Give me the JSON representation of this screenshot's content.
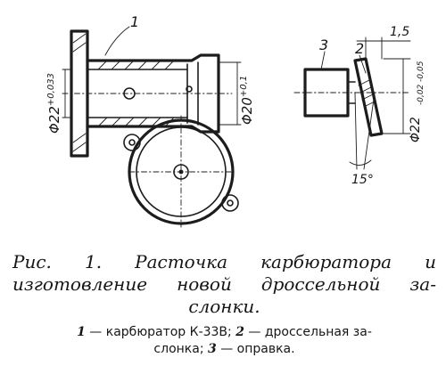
{
  "figure": {
    "callouts": {
      "part1": "1",
      "part2": "2",
      "part3": "3"
    },
    "dimensions": {
      "bore": "Φ22",
      "bore_tol": "+0,033",
      "inner": "Φ20",
      "inner_tol": "+0,1",
      "gap": "1,5",
      "plate": "Φ22",
      "plate_tol": "-0,02\n-0,05",
      "angle": "15°"
    }
  },
  "caption": {
    "line1": "Рис.  1.  Расточка  карбюратора  и",
    "line2": "изготовление  новой  дроссельной  за-",
    "line3": "слонки."
  },
  "legend": {
    "n1": "1",
    "t1": " — карбюратор  К-33В;  ",
    "n2": "2",
    "t2": " — дроссельная  за-",
    "t3": "слонка;  ",
    "n3": "3",
    "t4": " — оправка."
  }
}
